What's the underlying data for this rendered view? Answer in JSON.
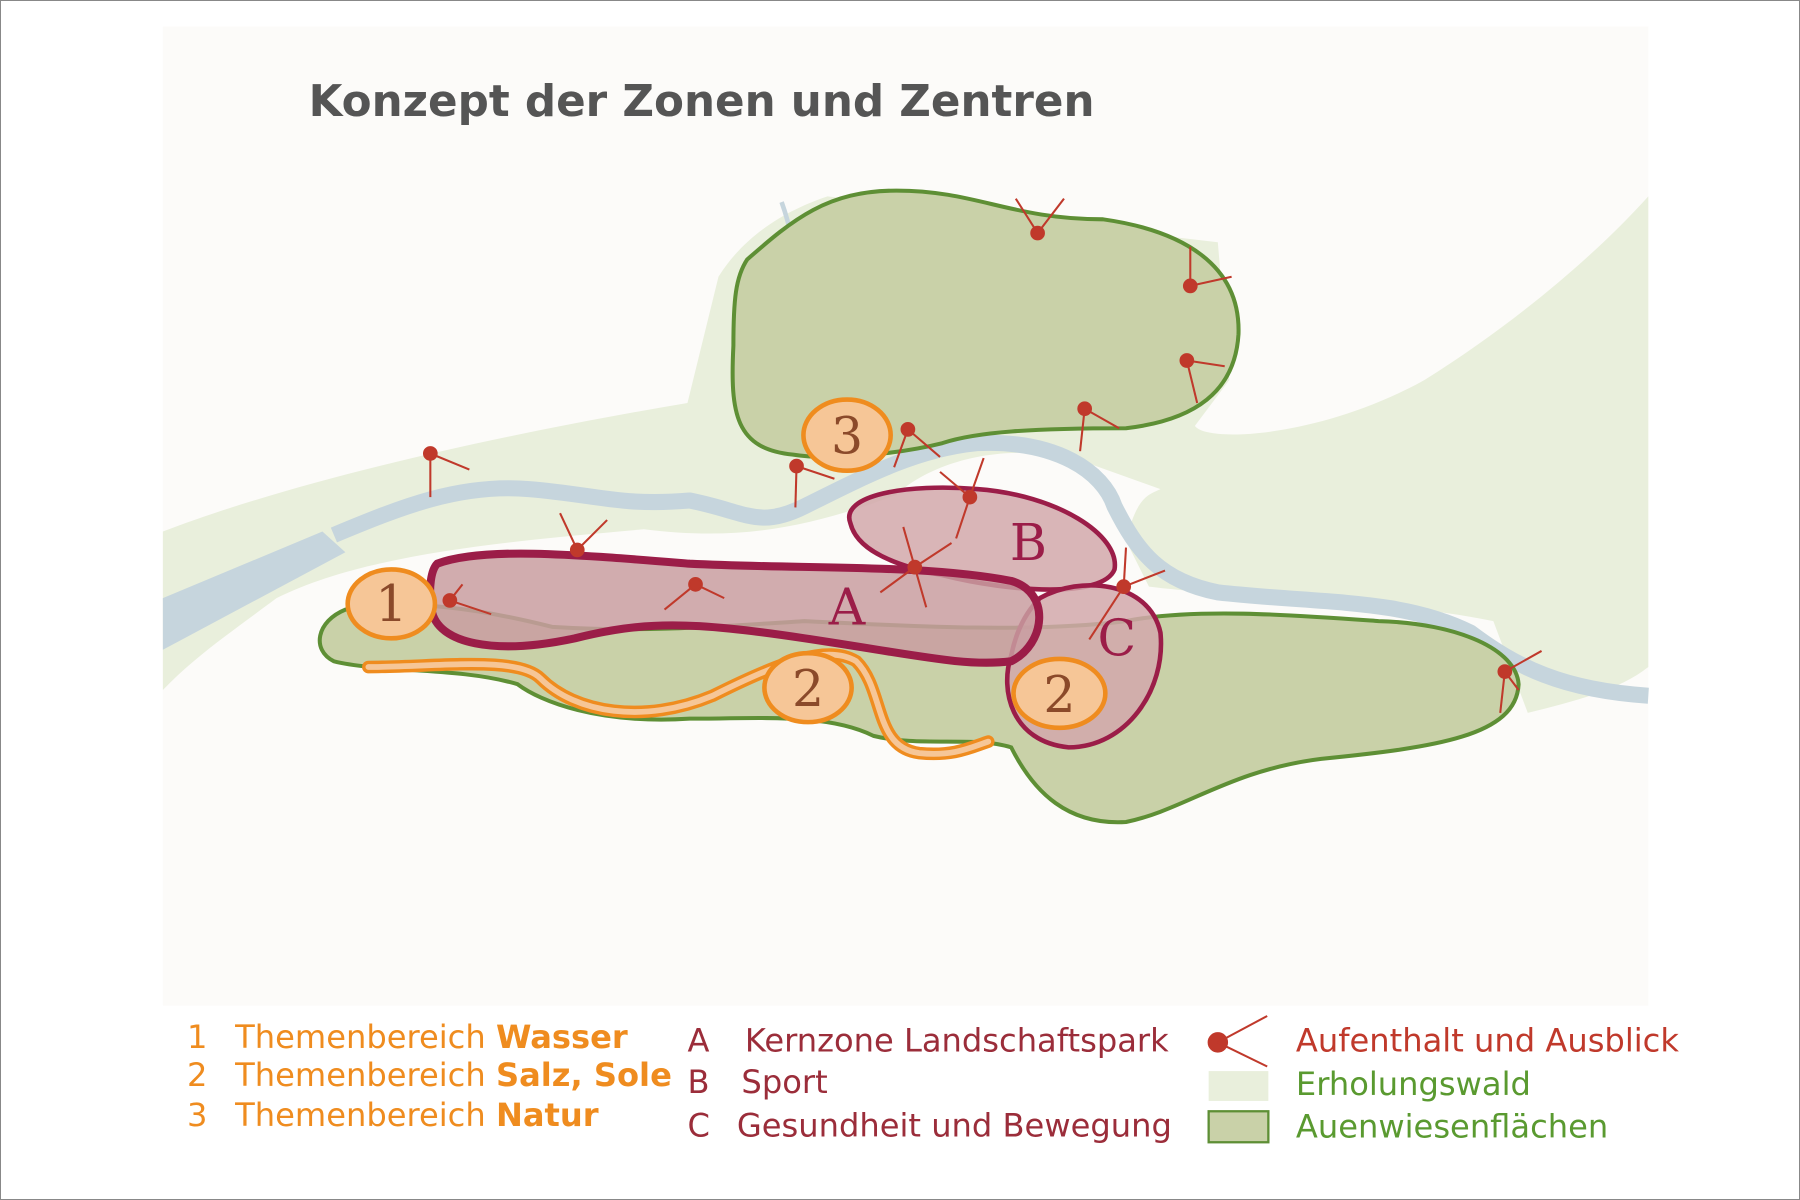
{
  "title": "Konzept der Zonen und Zentren",
  "map_labels": {
    "zone_a": "A",
    "zone_b": "B",
    "zone_c": "C",
    "theme_1": "1",
    "theme_2a": "2",
    "theme_2b": "2",
    "theme_3": "3"
  },
  "legend": {
    "themes": [
      {
        "num": "1",
        "prefix": "Themenbereich",
        "name": "Wasser"
      },
      {
        "num": "2",
        "prefix": "Themenbereich",
        "name": "Salz, Sole"
      },
      {
        "num": "3",
        "prefix": "Themenbereich",
        "name": "Natur"
      }
    ],
    "zones": [
      {
        "letter": "A",
        "name": "Kernzone Landschaftspark"
      },
      {
        "letter": "B",
        "name": "Sport"
      },
      {
        "letter": "C",
        "name": "Gesundheit und Bewegung"
      }
    ],
    "symbols": [
      {
        "icon": "viewpoint-icon",
        "label": "Aufenthalt und Ausblick"
      },
      {
        "icon": "recreation-forest-swatch",
        "label": "Erholungswald"
      },
      {
        "icon": "floodplain-meadow-swatch",
        "label": "Auenwiesenflächen"
      }
    ]
  },
  "colors": {
    "theme": "#ef8c1f",
    "zone": "#9b1d48",
    "viewpoint": "#c0392b",
    "forest": "#e9efdc",
    "meadow": "#c9d1a8",
    "meadow_stroke": "#5e8f35",
    "river": "#c6d5dd"
  }
}
